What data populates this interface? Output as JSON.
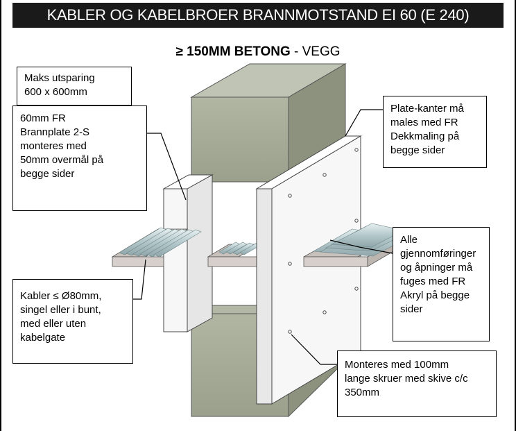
{
  "header": {
    "title": "KABLER OG KABELBROER BRANNMOTSTAND EI 60 (E 240)"
  },
  "subtitle": {
    "bold": "≥ 150MM BETONG",
    "rest": " - VEGG"
  },
  "callouts": {
    "opening": "Maks utsparing\n600 x 600mm",
    "board": "60mm FR\nBrannplate 2-S\nmonteres med\n50mm overmål på\nbegge sider",
    "edges": "Plate-kanter må\nmales med FR\nDekkmaling på\nbegge sider",
    "sealant": "Alle\ngjennomføringer\nog åpninger må\nfuges med FR\nAkryl på begge\nsider",
    "cables_bold": "Kabler ≤ Ø80mm,",
    "cables_rest": "singel eller i bunt,\nmed eller uten\nkabelgate",
    "screws": "Monteres med 100mm\nlange skruer med skive c/c\n350mm"
  },
  "colors": {
    "concrete": "#a7ad97",
    "concrete_dark": "#8d9480",
    "board": "#f7f7f7",
    "cable": "#b9cdd0",
    "tray": "#d6cfcb"
  }
}
